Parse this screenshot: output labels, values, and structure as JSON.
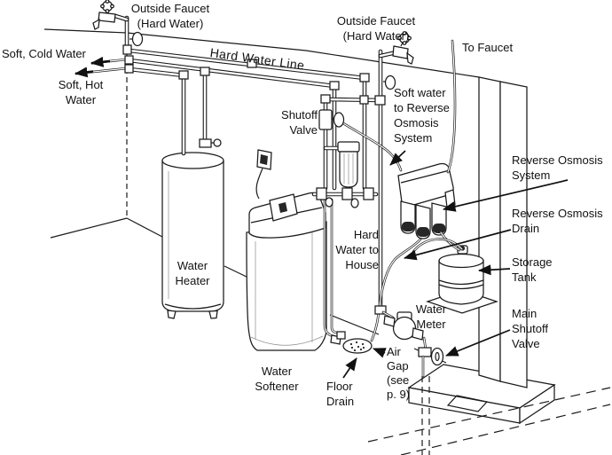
{
  "diagram": {
    "background": "#ffffff",
    "line_color": "#1a1a1a",
    "labels": {
      "outside_faucet_left": "Outside Faucet\n(Hard Water)",
      "outside_faucet_right": "Outside Faucet\n(Hard Water)",
      "to_faucet": "To Faucet",
      "soft_cold_water": "Soft, Cold Water",
      "soft_hot_water": "Soft, Hot\nWater",
      "hard_water_line": "Hard Water Line",
      "shutoff_valve": "Shutoff\nValve",
      "soft_water_to_ro": "Soft water\nto Reverse\nOsmosis\nSystem",
      "hard_water_to_house": "Hard\nWater to\nHouse",
      "reverse_osmosis_system": "Reverse Osmosis\nSystem",
      "reverse_osmosis_drain": "Reverse Osmosis\nDrain",
      "storage_tank": "Storage\nTank",
      "main_shutoff_valve": "Main\nShutoff\nValve",
      "water_meter": "Water\nMeter",
      "air_gap": "Air\nGap\n(see\np. 9)",
      "floor_drain": "Floor\nDrain",
      "water_softener": "Water\nSoftener",
      "water_heater": "Water\nHeater"
    }
  }
}
